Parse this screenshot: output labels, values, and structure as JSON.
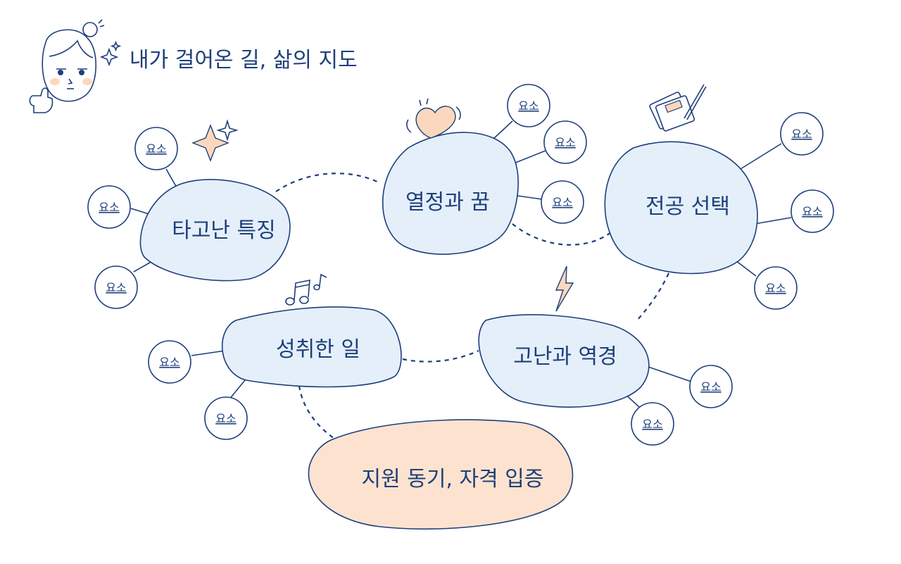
{
  "title": "내가 걸어온 길, 삶의 지도",
  "colors": {
    "ink": "#1e3f7a",
    "bubble": "#e4effa",
    "accent": "#fde3cf"
  },
  "nodes": {
    "traits": "타고난 특징",
    "passion": "열정과 꿈",
    "major": "전공 선택",
    "achievement": "성취한 일",
    "hardship": "고난과 역경",
    "goal": "지원 동기, 자격 입증"
  },
  "leaf_label": "요소",
  "icons": [
    "character-icon",
    "sparkle-icon",
    "heart-icon",
    "document-pen-icon",
    "music-note-icon",
    "lightning-icon"
  ]
}
